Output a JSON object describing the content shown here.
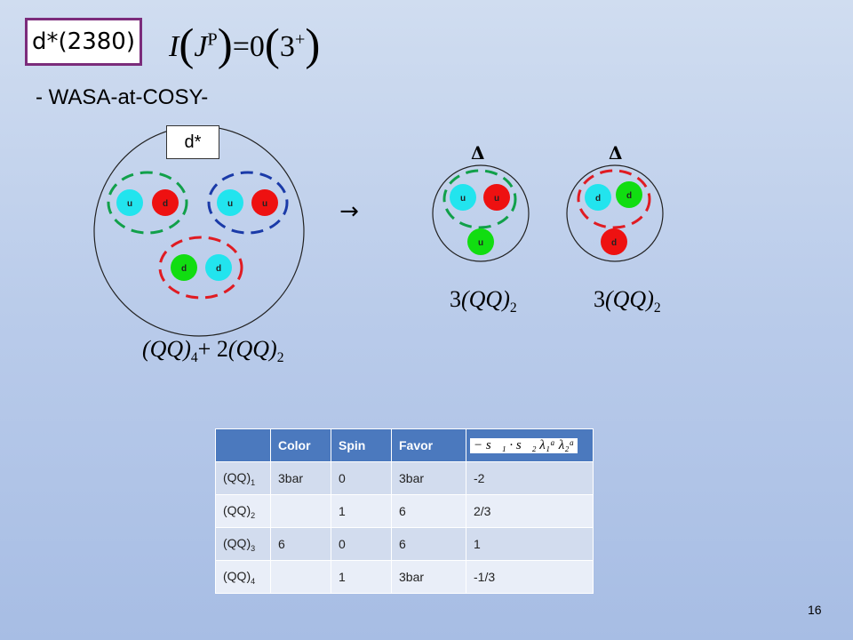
{
  "title": "d*(2380)",
  "subtitle": "- WASA-at-COSY-",
  "quantum_numbers": {
    "I": "I",
    "J": "J",
    "P": "P",
    "equals": "=",
    "I_value": "0",
    "J_value": "3",
    "P_value": "+"
  },
  "dstar_label": "d*",
  "arrow_glyph": "→",
  "delta_symbol": "Δ",
  "quarks": {
    "u": "u",
    "d": "d"
  },
  "colors": {
    "quark_cyan": "#22e4ee",
    "quark_red": "#ee1111",
    "quark_green": "#11dd11",
    "pair_green": "#11a04a",
    "pair_blue": "#1a3aa8",
    "pair_red": "#e01b22",
    "table_header": "#4b79be"
  },
  "formulas": {
    "dstar": {
      "part1": "(QQ)",
      "sub1": "4",
      "plus": "+ 2",
      "part2": "(QQ)",
      "sub2": "2"
    },
    "delta1": {
      "coef": "3",
      "part": "(QQ)",
      "sub": "2"
    },
    "delta2": {
      "coef": "3",
      "part": "(QQ)",
      "sub": "2"
    }
  },
  "table": {
    "headers": [
      "",
      "Color",
      "Spin",
      "Favor"
    ],
    "header_formula": "− s⃗₁ · s⃗₂ λ₁ᵃ λ₂ᵃ",
    "rows": [
      {
        "name": "(QQ)",
        "sub": "1",
        "color": "3bar",
        "spin": "0",
        "favor": "3bar",
        "value": "-2"
      },
      {
        "name": "(QQ)",
        "sub": "2",
        "color": "",
        "spin": "1",
        "favor": "6",
        "value": "2/3"
      },
      {
        "name": "(QQ)",
        "sub": "3",
        "color": "6",
        "spin": "0",
        "favor": "6",
        "value": "1"
      },
      {
        "name": "(QQ)",
        "sub": "4",
        "color": "",
        "spin": "1",
        "favor": "3bar",
        "value": "-1/3"
      }
    ]
  },
  "page_number": "16"
}
